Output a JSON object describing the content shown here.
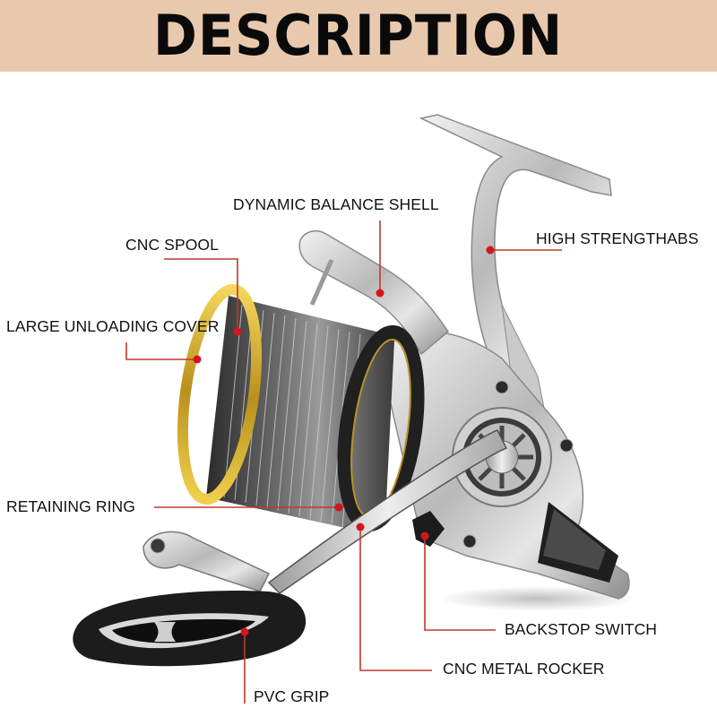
{
  "header": {
    "title": "DESCRIPTION",
    "background_color": "#e8c9ae"
  },
  "product": {
    "name": "spinning fishing reel",
    "colors": {
      "metal": "#b8b8b8",
      "spool_rim": "#c9a227",
      "callout_line": "#c0392b",
      "callout_dot": "#d4141e"
    }
  },
  "callouts": [
    {
      "id": "dynamic-balance-shell",
      "label": "DYNAMIC BALANCE SHELL"
    },
    {
      "id": "cnc-spool",
      "label": "CNC SPOOL"
    },
    {
      "id": "large-unloading-cover",
      "label": "LARGE UNLOADING COVER"
    },
    {
      "id": "high-strength-abs",
      "label": "HIGH STRENGTHABS"
    },
    {
      "id": "retaining-ring",
      "label": "RETAINING RING"
    },
    {
      "id": "backstop-switch",
      "label": "BACKSTOP SWITCH"
    },
    {
      "id": "cnc-metal-rocker",
      "label": "CNC METAL ROCKER"
    },
    {
      "id": "pvc-grip",
      "label": "PVC GRIP"
    }
  ]
}
